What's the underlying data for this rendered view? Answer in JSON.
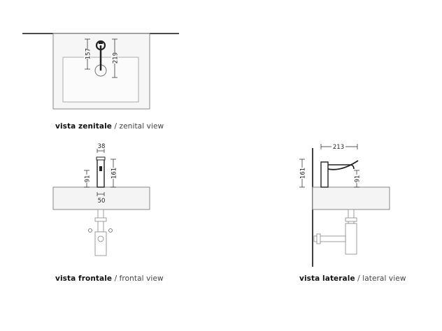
{
  "views": {
    "top": {
      "label_it": "vista zenitale",
      "separator": " / ",
      "label_en": "zenital view",
      "dims": [
        "157",
        "219"
      ]
    },
    "front": {
      "label_it": "vista frontale",
      "separator": " / ",
      "label_en": "frontal view",
      "dims": [
        "38",
        "91",
        "161",
        "50"
      ]
    },
    "side": {
      "label_it": "vista laterale",
      "separator": " / ",
      "label_en": "lateral view",
      "dims": [
        "213",
        "161",
        "91"
      ]
    }
  },
  "colors": {
    "line": "#222222",
    "light_line": "#999999",
    "fill": "#f2f2f2"
  }
}
